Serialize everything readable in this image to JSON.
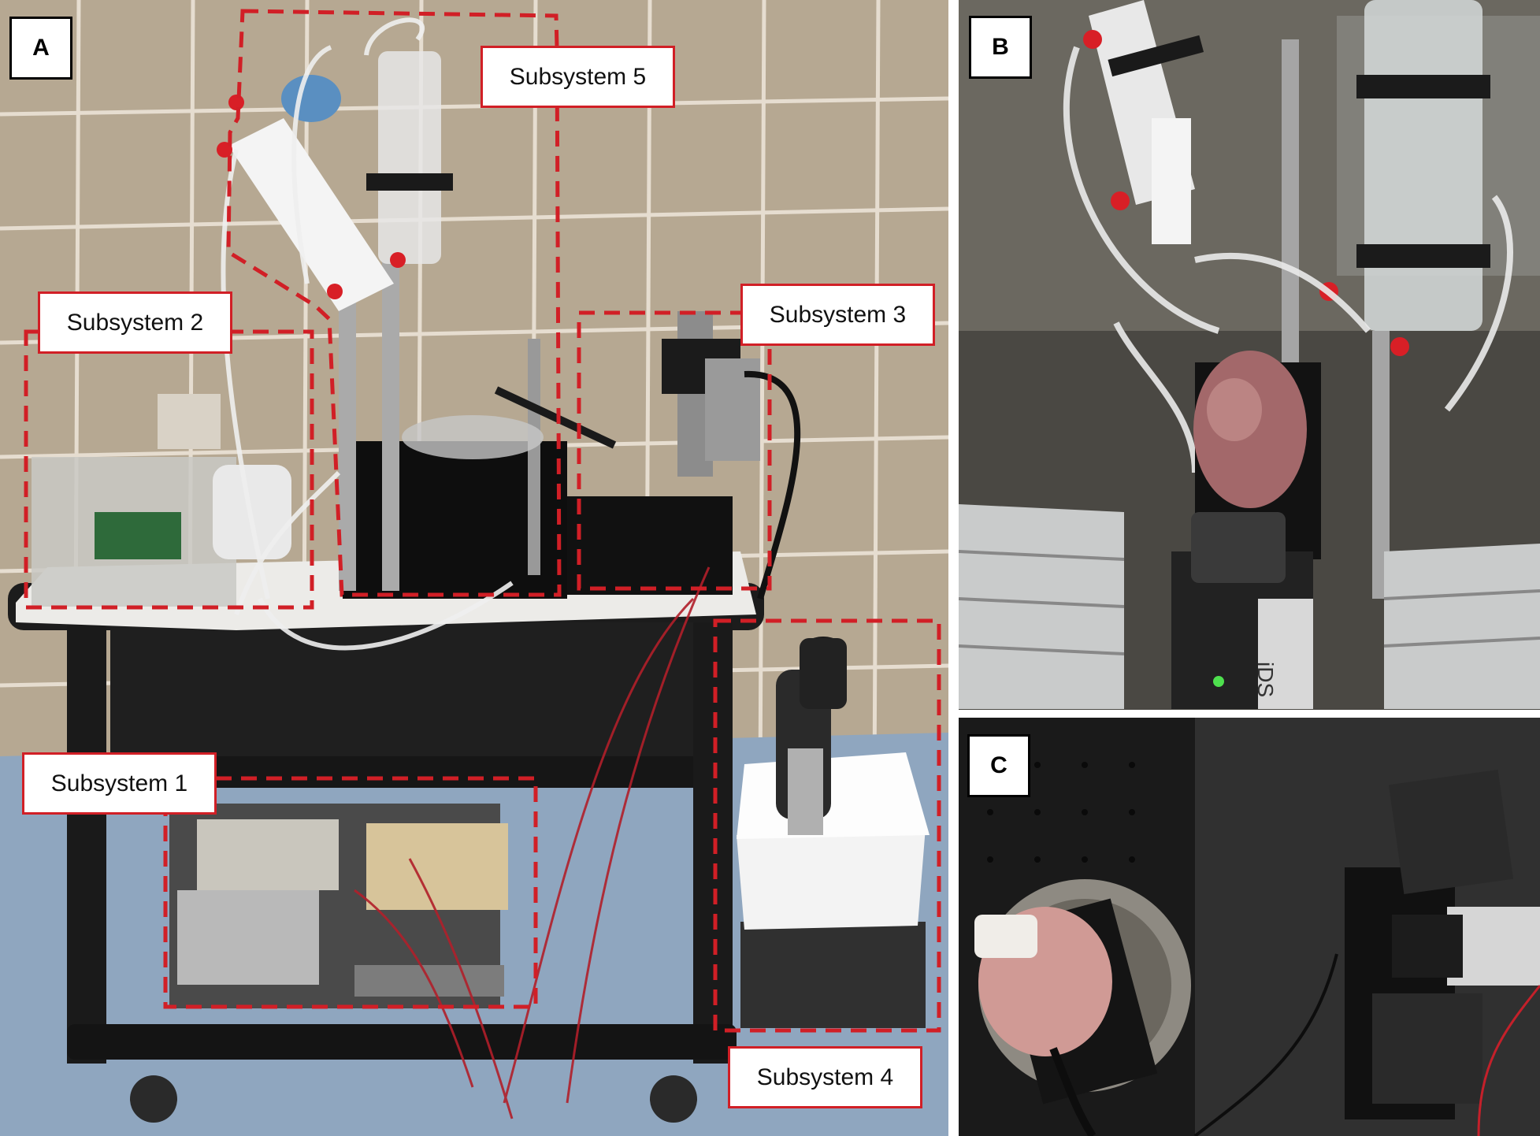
{
  "figure": {
    "panels": [
      {
        "letter": "A"
      },
      {
        "letter": "B"
      },
      {
        "letter": "C"
      }
    ],
    "subsystems": [
      {
        "label": "Subsystem 1"
      },
      {
        "label": "Subsystem 2"
      },
      {
        "label": "Subsystem 3"
      },
      {
        "label": "Subsystem 4"
      },
      {
        "label": "Subsystem 5"
      }
    ],
    "device_brand_text": "iDS"
  },
  "colors": {
    "annotation_red": "#d11f26",
    "tile_wall": "#b6a892",
    "floor": "#8fa6bf",
    "cart": "#1c1c1c"
  }
}
